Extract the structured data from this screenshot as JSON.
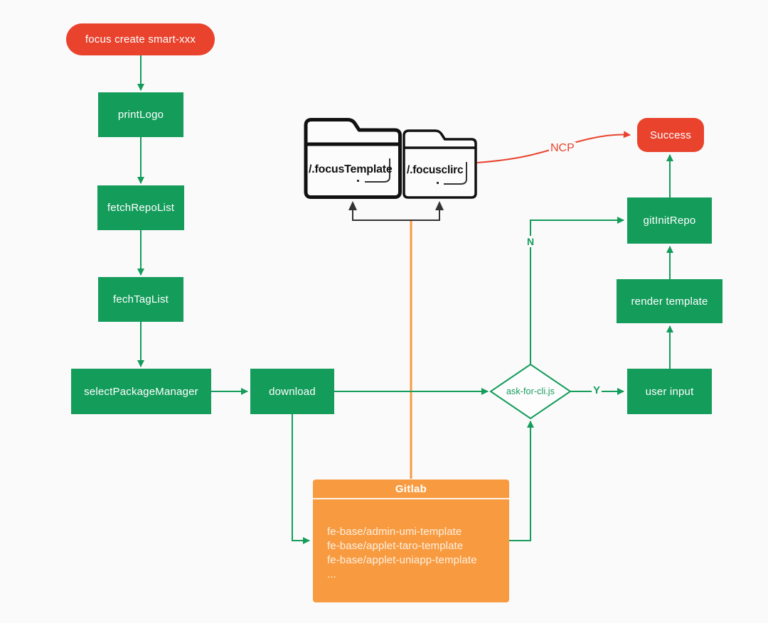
{
  "nodes": {
    "start": {
      "label": "focus create smart-xxx",
      "shape": "pill"
    },
    "print_logo": {
      "label": "printLogo",
      "shape": "rect"
    },
    "fetch_repo_list": {
      "label": "fetchRepoList",
      "shape": "rect"
    },
    "fech_tag_list": {
      "label": "fechTagList",
      "shape": "rect"
    },
    "select_package_manager": {
      "label": "selectPackageManager",
      "shape": "rect"
    },
    "download": {
      "label": "download",
      "shape": "rect"
    },
    "ask_for_cli": {
      "label": "ask-for-cli.js",
      "shape": "decision"
    },
    "user_input": {
      "label": "user input",
      "shape": "rect"
    },
    "render_template": {
      "label": "render template",
      "shape": "rect"
    },
    "git_init_repo": {
      "label": "gitInitRepo",
      "shape": "rect"
    },
    "success": {
      "label": "Success",
      "shape": "pill"
    }
  },
  "folders": {
    "template_dir": {
      "label": "/.focusTemplate"
    },
    "clirc_file": {
      "label": "/.focusclirc"
    }
  },
  "gitlab": {
    "title": "Gitlab",
    "repos": [
      "fe-base/admin-umi-template",
      "fe-base/applet-taro-template",
      "fe-base/applet-uniapp-template",
      "..."
    ]
  },
  "edge_labels": {
    "ncp": "NCP",
    "no": "N",
    "yes": "Y"
  },
  "colors": {
    "green": "#149C5B",
    "red": "#E9432E",
    "orange": "#F89B40",
    "folder_stroke": "#111111",
    "dark_arrow": "#333333",
    "background": "#FAFAFA"
  }
}
